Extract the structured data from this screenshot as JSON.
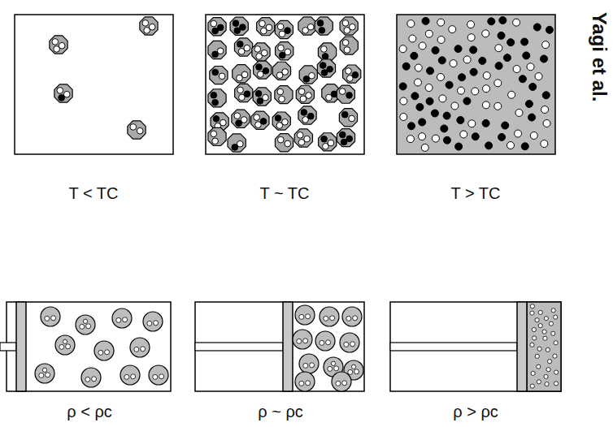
{
  "diagram": {
    "labels": [
      "T < TC",
      "T ~ TC",
      "T > TC",
      "ρ < ρc",
      "ρ ~ ρc",
      "ρ > ρc",
      "Yagi et al."
    ]
  }
}
